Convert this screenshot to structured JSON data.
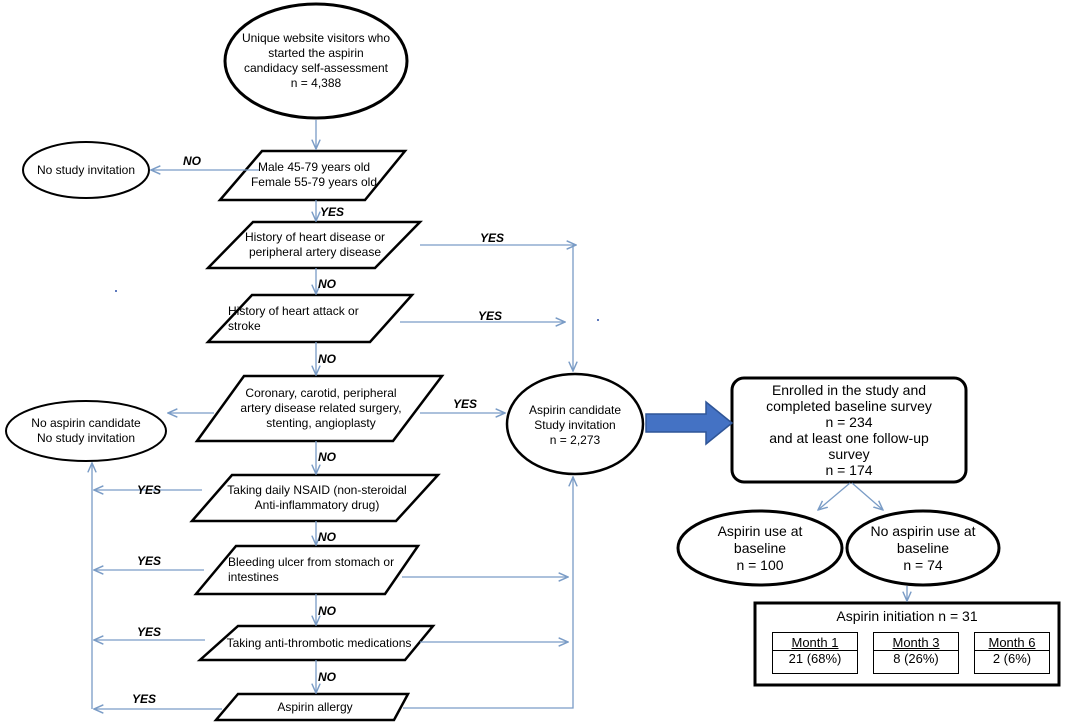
{
  "nodes": {
    "start": {
      "lines": [
        "Unique website visitors who",
        "started the aspirin",
        "candidacy self-assessment",
        "n = 4,388"
      ]
    },
    "no_invite": {
      "lines": [
        "No study invitation"
      ]
    },
    "q_age": {
      "lines": [
        "Male 45-79 years old",
        "Female 55-79 years old"
      ]
    },
    "q_heart_disease": {
      "lines": [
        "History of heart disease or",
        "peripheral artery disease"
      ]
    },
    "q_heart_attack": {
      "lines": [
        "History of heart attack or",
        "stroke"
      ]
    },
    "q_surgery": {
      "lines": [
        "Coronary, carotid, peripheral",
        "artery disease related surgery,",
        "stenting, angioplasty"
      ]
    },
    "no_candidate": {
      "lines": [
        "No aspirin candidate",
        "No study invitation"
      ]
    },
    "candidate": {
      "lines": [
        "Aspirin candidate",
        "Study invitation",
        "n = 2,273"
      ]
    },
    "q_nsaid": {
      "lines": [
        "Taking daily NSAID (non-steroidal",
        "Anti-inflammatory drug)"
      ]
    },
    "q_ulcer": {
      "lines": [
        "Bleeding ulcer from stomach or",
        "intestines"
      ]
    },
    "q_antithrombotic": {
      "lines": [
        "Taking anti-thrombotic medications"
      ]
    },
    "q_allergy": {
      "lines": [
        "Aspirin allergy"
      ]
    },
    "enrolled": {
      "lines": [
        "Enrolled in the study and",
        "completed baseline survey",
        "n = 234",
        "and at least one follow-up",
        "survey",
        "n = 174"
      ]
    },
    "aspirin_use": {
      "lines": [
        "Aspirin use at",
        "baseline",
        "n = 100"
      ]
    },
    "no_aspirin_use": {
      "lines": [
        "No aspirin use at",
        "baseline",
        "n = 74"
      ]
    },
    "initiation": {
      "title": "Aspirin initiation n = 31",
      "months": [
        {
          "label": "Month  1",
          "value": "21 (68%)"
        },
        {
          "label": "Month  3",
          "value": "8 (26%)"
        },
        {
          "label": "Month  6",
          "value": "2 (6%)"
        }
      ]
    }
  },
  "edge_labels": {
    "no": "NO",
    "yes": "YES"
  },
  "colors": {
    "arrow": "#7a9cc6",
    "big_arrow": "#3e6db5",
    "outline": "#000000"
  }
}
